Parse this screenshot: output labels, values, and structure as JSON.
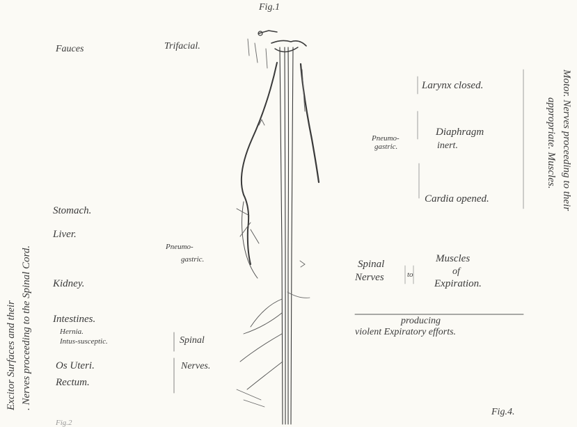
{
  "plate": {
    "fig1_caption": "Fig.1",
    "fig4_caption": "Fig.4.",
    "fig2_caption_partial": "Fig.2"
  },
  "left_side": {
    "vertical_title_line1": "Excitor Surfaces and their",
    "vertical_title_line2": ". Nerves proceeding to the Spinal Cord.",
    "fauces": "Fauces",
    "trifacial": "Trifacial.",
    "stomach": "Stomach.",
    "liver": "Liver.",
    "pneumogastric_line1": "Pneumo-",
    "pneumogastric_line2": "gastric.",
    "kidney": "Kidney.",
    "intestines": "Intestines.",
    "hernia": "Hernia.",
    "intussusception": "Intus-susceptic.",
    "spinal": "Spinal",
    "os_uteri": "Os Uteri.",
    "nerves": "Nerves.",
    "rectum": "Rectum."
  },
  "right_side": {
    "vertical_title_line1": "Motor. Nerves proceeding to their",
    "vertical_title_line2": "appropriate. Muscles.",
    "larynx_closed": "Larynx closed.",
    "pneumogastric_line1": "Pneumo-",
    "pneumogastric_line2": "gastric.",
    "diaphragm_line1": "Diaphragm",
    "diaphragm_line2": "inert.",
    "cardia_opened": "Cardia opened.",
    "spinal_line1": "Spinal",
    "spinal_line2": "Nerves",
    "to": "to",
    "muscles_line1": "Muscles",
    "muscles_line2": "of",
    "muscles_line3": "Expiration.",
    "producing_line1": "producing",
    "producing_line2": "violent Expiratory efforts."
  }
}
